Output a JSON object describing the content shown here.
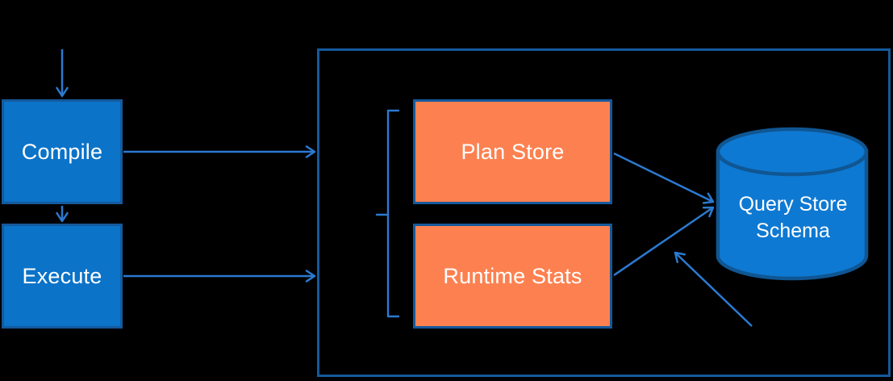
{
  "nodes": {
    "compile": "Compile",
    "execute": "Execute",
    "plan_store": "Plan Store",
    "runtime_stats": "Runtime Stats",
    "schema_line1": "Query Store",
    "schema_line2": "Schema"
  },
  "icons": {
    "database": "database-cylinder-icon",
    "arrows": "arrow-connector-icon",
    "bracket": "grouping-bracket-icon"
  },
  "colors": {
    "background": "#000000",
    "node_fill_blue": "#0b73c8",
    "cylinder_fill": "#0e79d2",
    "border_navy": "#15599c",
    "cylinder_border": "#0f5693",
    "arrow_blue": "#2b7ad0",
    "node_fill_orange": "#fd8150",
    "text_white": "#ffffff"
  }
}
